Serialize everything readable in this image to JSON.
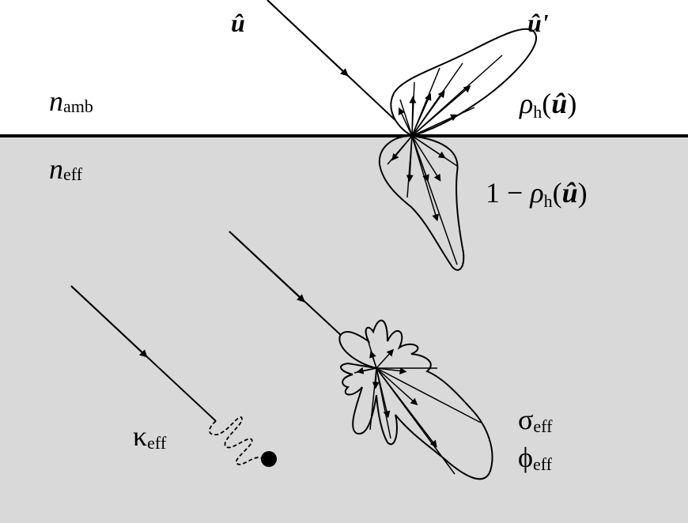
{
  "labels": {
    "u_hat": "û",
    "u_hat_prime": "û'",
    "n_amb": {
      "base": "n",
      "sub": "amb"
    },
    "n_eff": {
      "base": "n",
      "sub": "eff"
    },
    "rho": {
      "base": "ρ",
      "sub": "h",
      "open": "(",
      "arg": "û",
      "close": ")"
    },
    "one_minus_rho": {
      "prefix": "1 − ",
      "base": "ρ",
      "sub": "h",
      "open": "(",
      "arg": "û",
      "close": ")"
    },
    "kappa": {
      "base": "κ",
      "sub": "eff"
    },
    "sigma": {
      "base": "σ",
      "sub": "eff"
    },
    "phi": {
      "base": "ϕ",
      "sub": "eff"
    }
  },
  "colors": {
    "ambient_medium": "#ffffff",
    "effective_medium": "#d9d9d9",
    "line": "#000000"
  }
}
